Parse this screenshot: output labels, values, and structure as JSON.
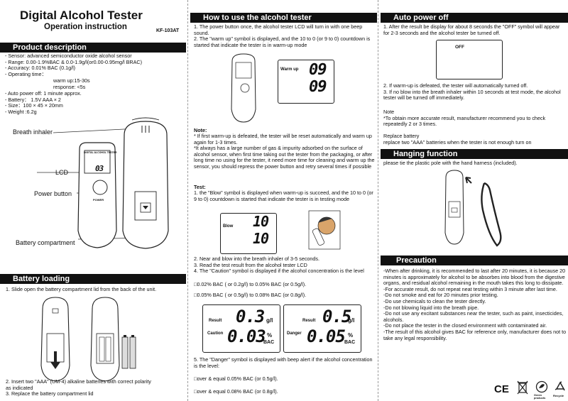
{
  "col1": {
    "title": "Digital Alcohol Tester",
    "subtitle": "Operation instruction",
    "model": "KF-103AT",
    "product_header": "Product description",
    "specs": "- Sensor: advanced semiconductor oxide alcohol sensor\n- Range: 0.00-1.9%BAC & 0.0-1.9g/l(or0.00-0.95mg/l BRAC)\n- Accuracy: 0.01% BAC (0.1g/l)\n- Operating time：",
    "warmup": "warm up:15-30s",
    "response": "response: <5s",
    "specs2": "- Auto power off: 1 minute approx.\n- Battery：  1.5V  AAA × 2\n- Size：100 × 45 × 20mm\n- Weight :6.2g",
    "breath_inhaler": "Breath inhaler",
    "lcd": "LCD",
    "power_button": "Power button",
    "battery_compartment": "Battery compartment",
    "device_brand": "DIGITAL ALCOHOL TESTER",
    "device_reading": "03",
    "device_power": "POWER",
    "battery_header": "Battery loading",
    "battery_step1": "1. Slide open the battery compartment lid from the back of the unit.",
    "battery_step23": "2. Insert two \"AAA\" (UM-4) alkaline batteries with correct polarity\n    as indicated\n3. Replace the battery compartment lid"
  },
  "col2": {
    "header": "How to use the alcohol tester",
    "intro": "1. The power button once, the alcohol tester LCD will turn in with one beep sound.\n2. The \"warm up\" symbol is displayed, and the 10 to 0 (or 9 to 0) countdown is started that indicate the tester is in warm-up mode",
    "warmup_label": "Warm up",
    "warmup_top": "09",
    "warmup_bottom": "09",
    "note_title": "Note:",
    "note": "* If first warm-up is defeated, the tester will be reset automatically and warm up again for 1-3 times.\n*It always has a large number of gas & impurity adsorbed on the surface of alcohol sensor, when first time taking out the tester from the packaging, or after long time no using for the tester, it need more time for cleaning and warm up the sensor, you should repress the power button and retry several times if possible",
    "test_title": "Test:",
    "test1": "1. the \"Blow\" symbol is displayed when warm-up is succeed, and the 10 to 0 (or 9 to 0) countdown is started that indicate the tester is in testing mode",
    "blow_label": "Blow",
    "blow_top": "10",
    "blow_bottom": "10",
    "test2": "2. Near and blow into the breath inhaler of 3-5 seconds.\n3. Read the test result from the alcohol tester LCD\n4. The \"Caution\" symbol is displayed if the alcohol concentration is the level",
    "caution_level": "□0.02% BAC ( or 0.2g/l) to 0.05% BAC (or 0.5g/l).",
    "caution_level2": "□0.05% BAC ( or 0.5g/l) to 0.08% BAC (or 0.8g/l).",
    "result_label": "Result",
    "caution_result": "0.3",
    "caution_unit": "g/l",
    "caution_label": "Caution",
    "caution_bac": "0.03",
    "danger_result": "0.5",
    "danger_unit": "g/l",
    "danger_label": "Danger",
    "danger_bac": "0.05",
    "percent": "%",
    "bac": "BAC",
    "test5": "5. The \"Danger\" symbol is displayed with beep alert if the alcohol concentration is the level:",
    "danger_level1": "□over & equal 0.05% BAC (or 0.5g/l).",
    "danger_level2": "□over &  equal 0.08% BAC (or 0.8g/l)."
  },
  "col3": {
    "auto_header": "Auto power off",
    "auto1": "1. After the result be display for about 8 seconds the \"OFF\" symbol will appear for 2-3 seconds and the alcohol tester be turned off.",
    "off_label": "OFF",
    "auto2": "2. If warm-up is defeated, the tester will automatically turned off.\n3. If no blow into the breath inhaler within 10 seconds at test mode, the alcohol tester will be turned off immediately.",
    "note": "Note\n*To obtain more accurate result, manufacturer recommend you to check repeatedly 2 or 3 times.",
    "replace": "Replace battery\nreplace two \"AAA\" batteries when the tester is not enough turn on",
    "hanging_header": "Hanging function",
    "hanging": "please tie the plastic pole with the hand harness (included).",
    "precaution_header": "Precaution",
    "precaution": "-When after drinking, it is recommended to last after 20 minutes, it is because 20 minutes is approximately for alcohol to be absorbes into blood from the digestive organs, and residual alcohol remaining in the mouth takes this long to dissipate.\n-For accurate result, do not repeat neat testing within 3 minute after  last time.\n-Do not smoke and eat for 20 minutes prior testing.\n-Do use chemicals to clean the tester directly.\n-Do not blowing liquid into the breath pipe.\n-Do not use any excitant substances near the tester, such as paint,  insecticides, alcohols.\n-Do not place the tester in the closed environment with contaminated air.\n-The result of this alcohol gives BAC for reference only, manufacturer  does not to take any legal responsibility.",
    "ce": "CE",
    "green_label": "Green products",
    "recycle_label": "Recycle"
  }
}
